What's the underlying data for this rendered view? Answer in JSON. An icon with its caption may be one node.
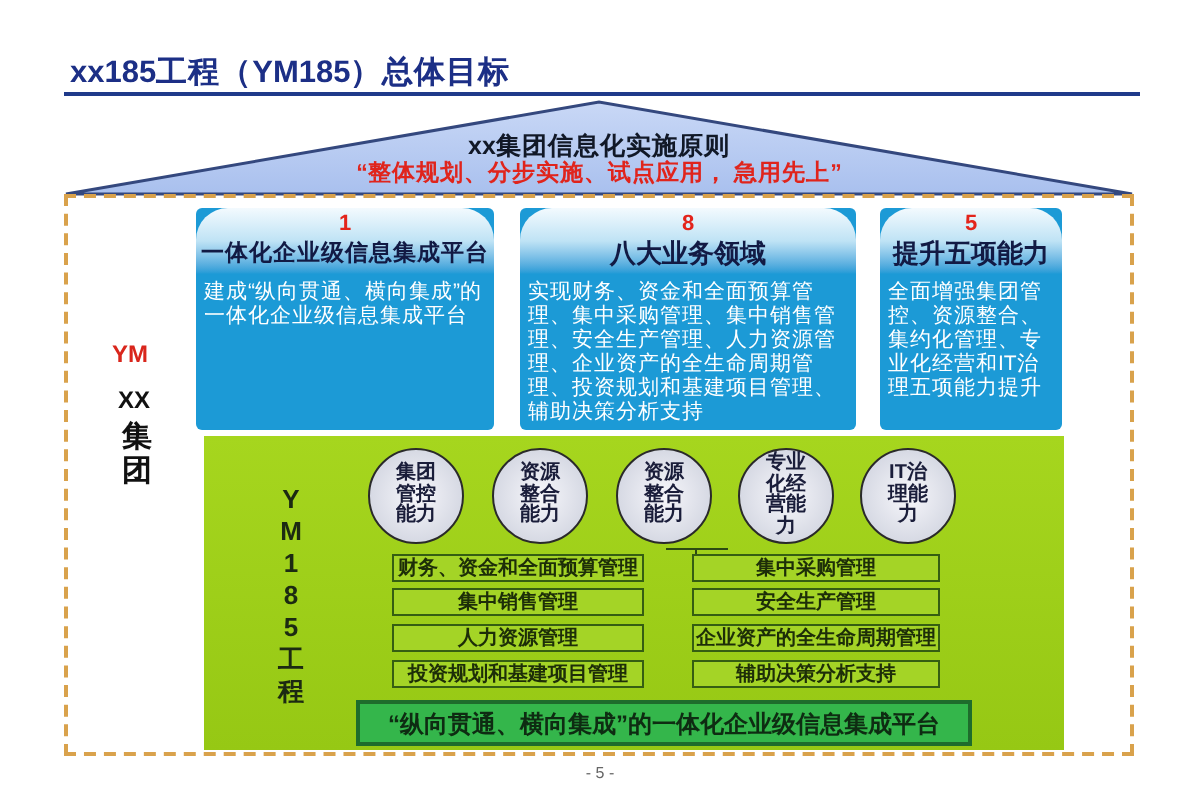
{
  "diagram": {
    "title": "xx185工程（YM185）总体目标",
    "nodes": [
      {
        "text": [
          "xx集团信息化实施原则",
          "“整体规划、分步实施、试点应用， 急用先上”"
        ]
      },
      {
        "text": [
          "YM",
          "XX",
          "集团"
        ]
      },
      {
        "text": [
          "1",
          "一体化企业级信息集成平台",
          "建成“纵向贯通、横向集成”的一体化企业级信息集成平台"
        ],
        "in": 1
      },
      {
        "text": [
          "8",
          "八大业务领域",
          "实现财务、资金和全面预算管理、集中采购管理、集中销售管理、安全生产管理、人力资源管理、企业资产的全生命周期管理、投资规划和基建项目管理、辅助决策分析支持"
        ],
        "in": 1
      },
      {
        "text": [
          "5",
          "提升五项能力",
          "全面增强集团管控、资源整合、集约化管理、专业化经营和IT治理五项能力提升"
        ],
        "in": 1
      },
      {
        "text": [
          "YM185工程"
        ],
        "in": 1
      },
      {
        "text": [
          "集团管控能力"
        ],
        "in": 5
      },
      {
        "text": [
          "资源整合能力"
        ],
        "in": 5
      },
      {
        "text": [
          "资源整合能力"
        ],
        "in": 5
      },
      {
        "text": [
          "专业化经营能力"
        ],
        "in": 5
      },
      {
        "text": [
          "IT治理能力"
        ],
        "in": 5
      },
      {
        "text": [
          "财务、资金和全面预算管理"
        ],
        "in": 5
      },
      {
        "text": [
          "集中采购管理"
        ],
        "in": 5
      },
      {
        "text": [
          "集中销售管理"
        ],
        "in": 5
      },
      {
        "text": [
          "安全生产管理"
        ],
        "in": 5
      },
      {
        "text": [
          "人力资源管理"
        ],
        "in": 5
      },
      {
        "text": [
          "企业资产的全生命周期管理"
        ],
        "in": 5
      },
      {
        "text": [
          "投资规划和基建项目管理"
        ],
        "in": 5
      },
      {
        "text": [
          "辅助决策分析支持"
        ],
        "in": 5
      },
      {
        "text": [
          "“纵向贯通、横向集成”的一体化企业级信息集成平台"
        ],
        "in": 5
      }
    ],
    "labels": [
      "- 5 -"
    ]
  }
}
